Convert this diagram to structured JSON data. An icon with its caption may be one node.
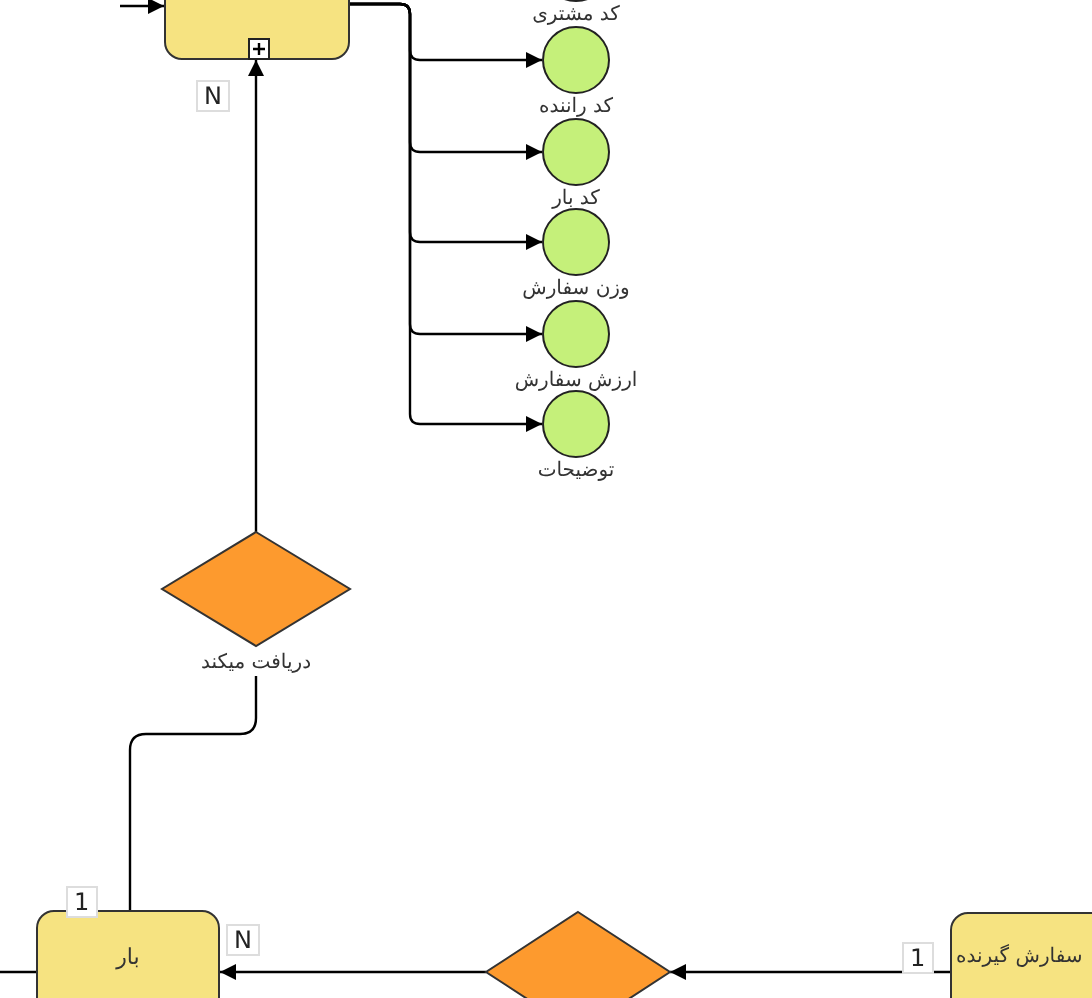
{
  "diagram": {
    "nodes": [
      {
        "text": [],
        "shape": "box"
      },
      {
        "text": [
          "کد مشتری"
        ]
      },
      {
        "text": [
          "کد راننده"
        ]
      },
      {
        "text": [
          "کد بار"
        ]
      },
      {
        "text": [
          "وزن سفارش"
        ]
      },
      {
        "text": [
          "ارزش سفارش"
        ]
      },
      {
        "text": [
          "توضیحات"
        ]
      },
      {
        "text": [
          "دریافت میکند"
        ]
      },
      {
        "text": [
          "بار"
        ]
      },
      {
        "text": [],
        "shape": "diamond"
      },
      {
        "text": [
          "سفارش گیرنده"
        ]
      }
    ],
    "edges": [
      {
        "from": null,
        "to": 0,
        "arrow": "to"
      },
      {
        "from": 0,
        "to": 2,
        "arrow": "to"
      },
      {
        "from": 0,
        "to": 3,
        "arrow": "to"
      },
      {
        "from": 0,
        "to": 4,
        "arrow": "to"
      },
      {
        "from": 0,
        "to": 5,
        "arrow": "to"
      },
      {
        "from": 0,
        "to": 6,
        "arrow": "to"
      },
      {
        "from": 7,
        "to": 0,
        "arrow": "to",
        "label": "N"
      },
      {
        "from": 8,
        "to": 7,
        "arrow": "none",
        "label": "1"
      },
      {
        "from": 9,
        "to": 8,
        "arrow": "to",
        "label": "N"
      },
      {
        "from": 10,
        "to": 9,
        "arrow": "to",
        "label": "1"
      },
      {
        "from": null,
        "to": 8,
        "arrow": "none"
      }
    ]
  }
}
